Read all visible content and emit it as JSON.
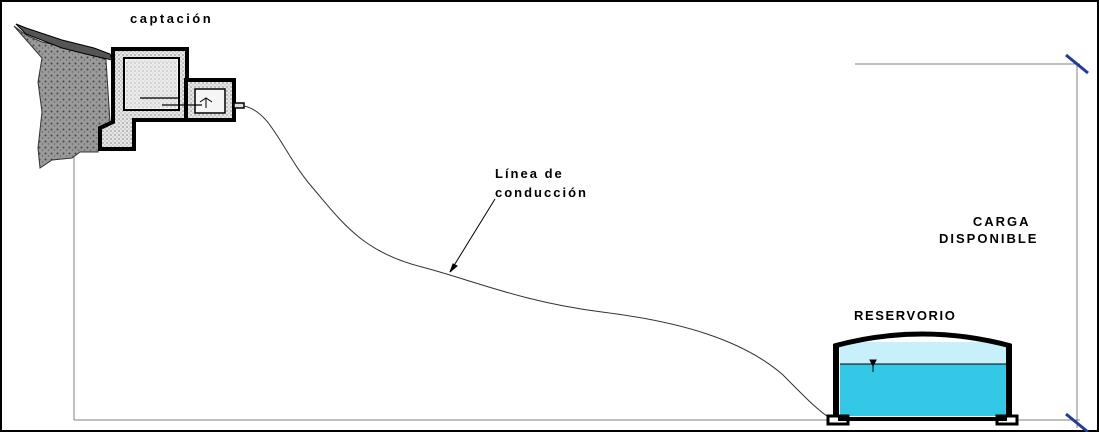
{
  "labels": {
    "captacion": "captación",
    "linea_line1": "Línea de",
    "linea_line2": "conducción",
    "carga_line1": "CARGA",
    "carga_line2": "DISPONIBLE",
    "reservorio": "RESERVORIO"
  },
  "colors": {
    "water": "#33c8e6",
    "water_light": "#c7f0fa",
    "line": "#000000",
    "dimension_tick": "#1f3b9c",
    "guide_line": "#808080",
    "ground_fill": "#7a7a7a"
  }
}
